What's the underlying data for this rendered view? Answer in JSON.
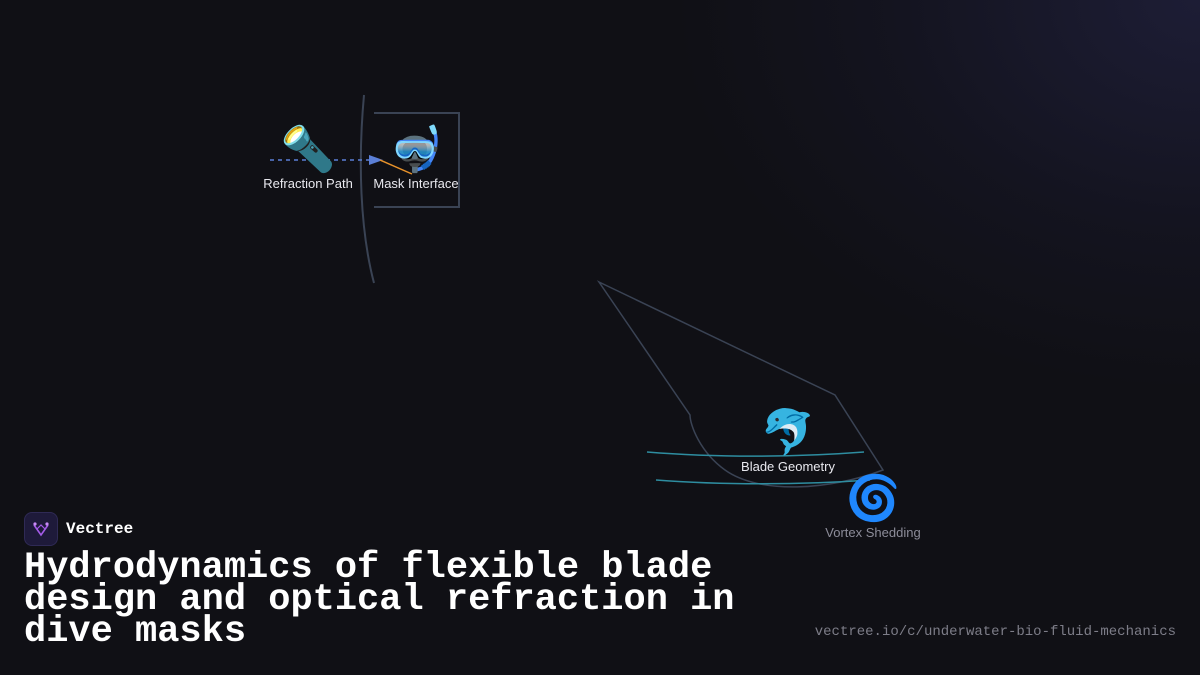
{
  "nodes": [
    {
      "id": "refraction",
      "label": "Refraction Path",
      "icon": "flashlight-icon",
      "emoji": "🔦"
    },
    {
      "id": "mask",
      "label": "Mask Interface",
      "icon": "diving-mask-icon",
      "emoji": "🤿"
    },
    {
      "id": "blade",
      "label": "Blade Geometry",
      "icon": "dolphin-icon",
      "emoji": "🐬"
    },
    {
      "id": "vortex",
      "label": "Vortex Shedding",
      "icon": "cyclone-icon",
      "emoji": "🌀"
    }
  ],
  "brand": {
    "name": "Vectree",
    "logo_icon": "vectree-logo-icon"
  },
  "title": "Hydrodynamics of flexible blade design and optical refraction in dive masks",
  "url": "vectree.io/c/underwater-bio-fluid-mechanics",
  "colors": {
    "background": "#101015",
    "arrow_dashed": "#5b7fd6",
    "mask_frame": "#3a4354",
    "current_lines": "#2e8da0",
    "refraction_ray": "#e8922a"
  }
}
